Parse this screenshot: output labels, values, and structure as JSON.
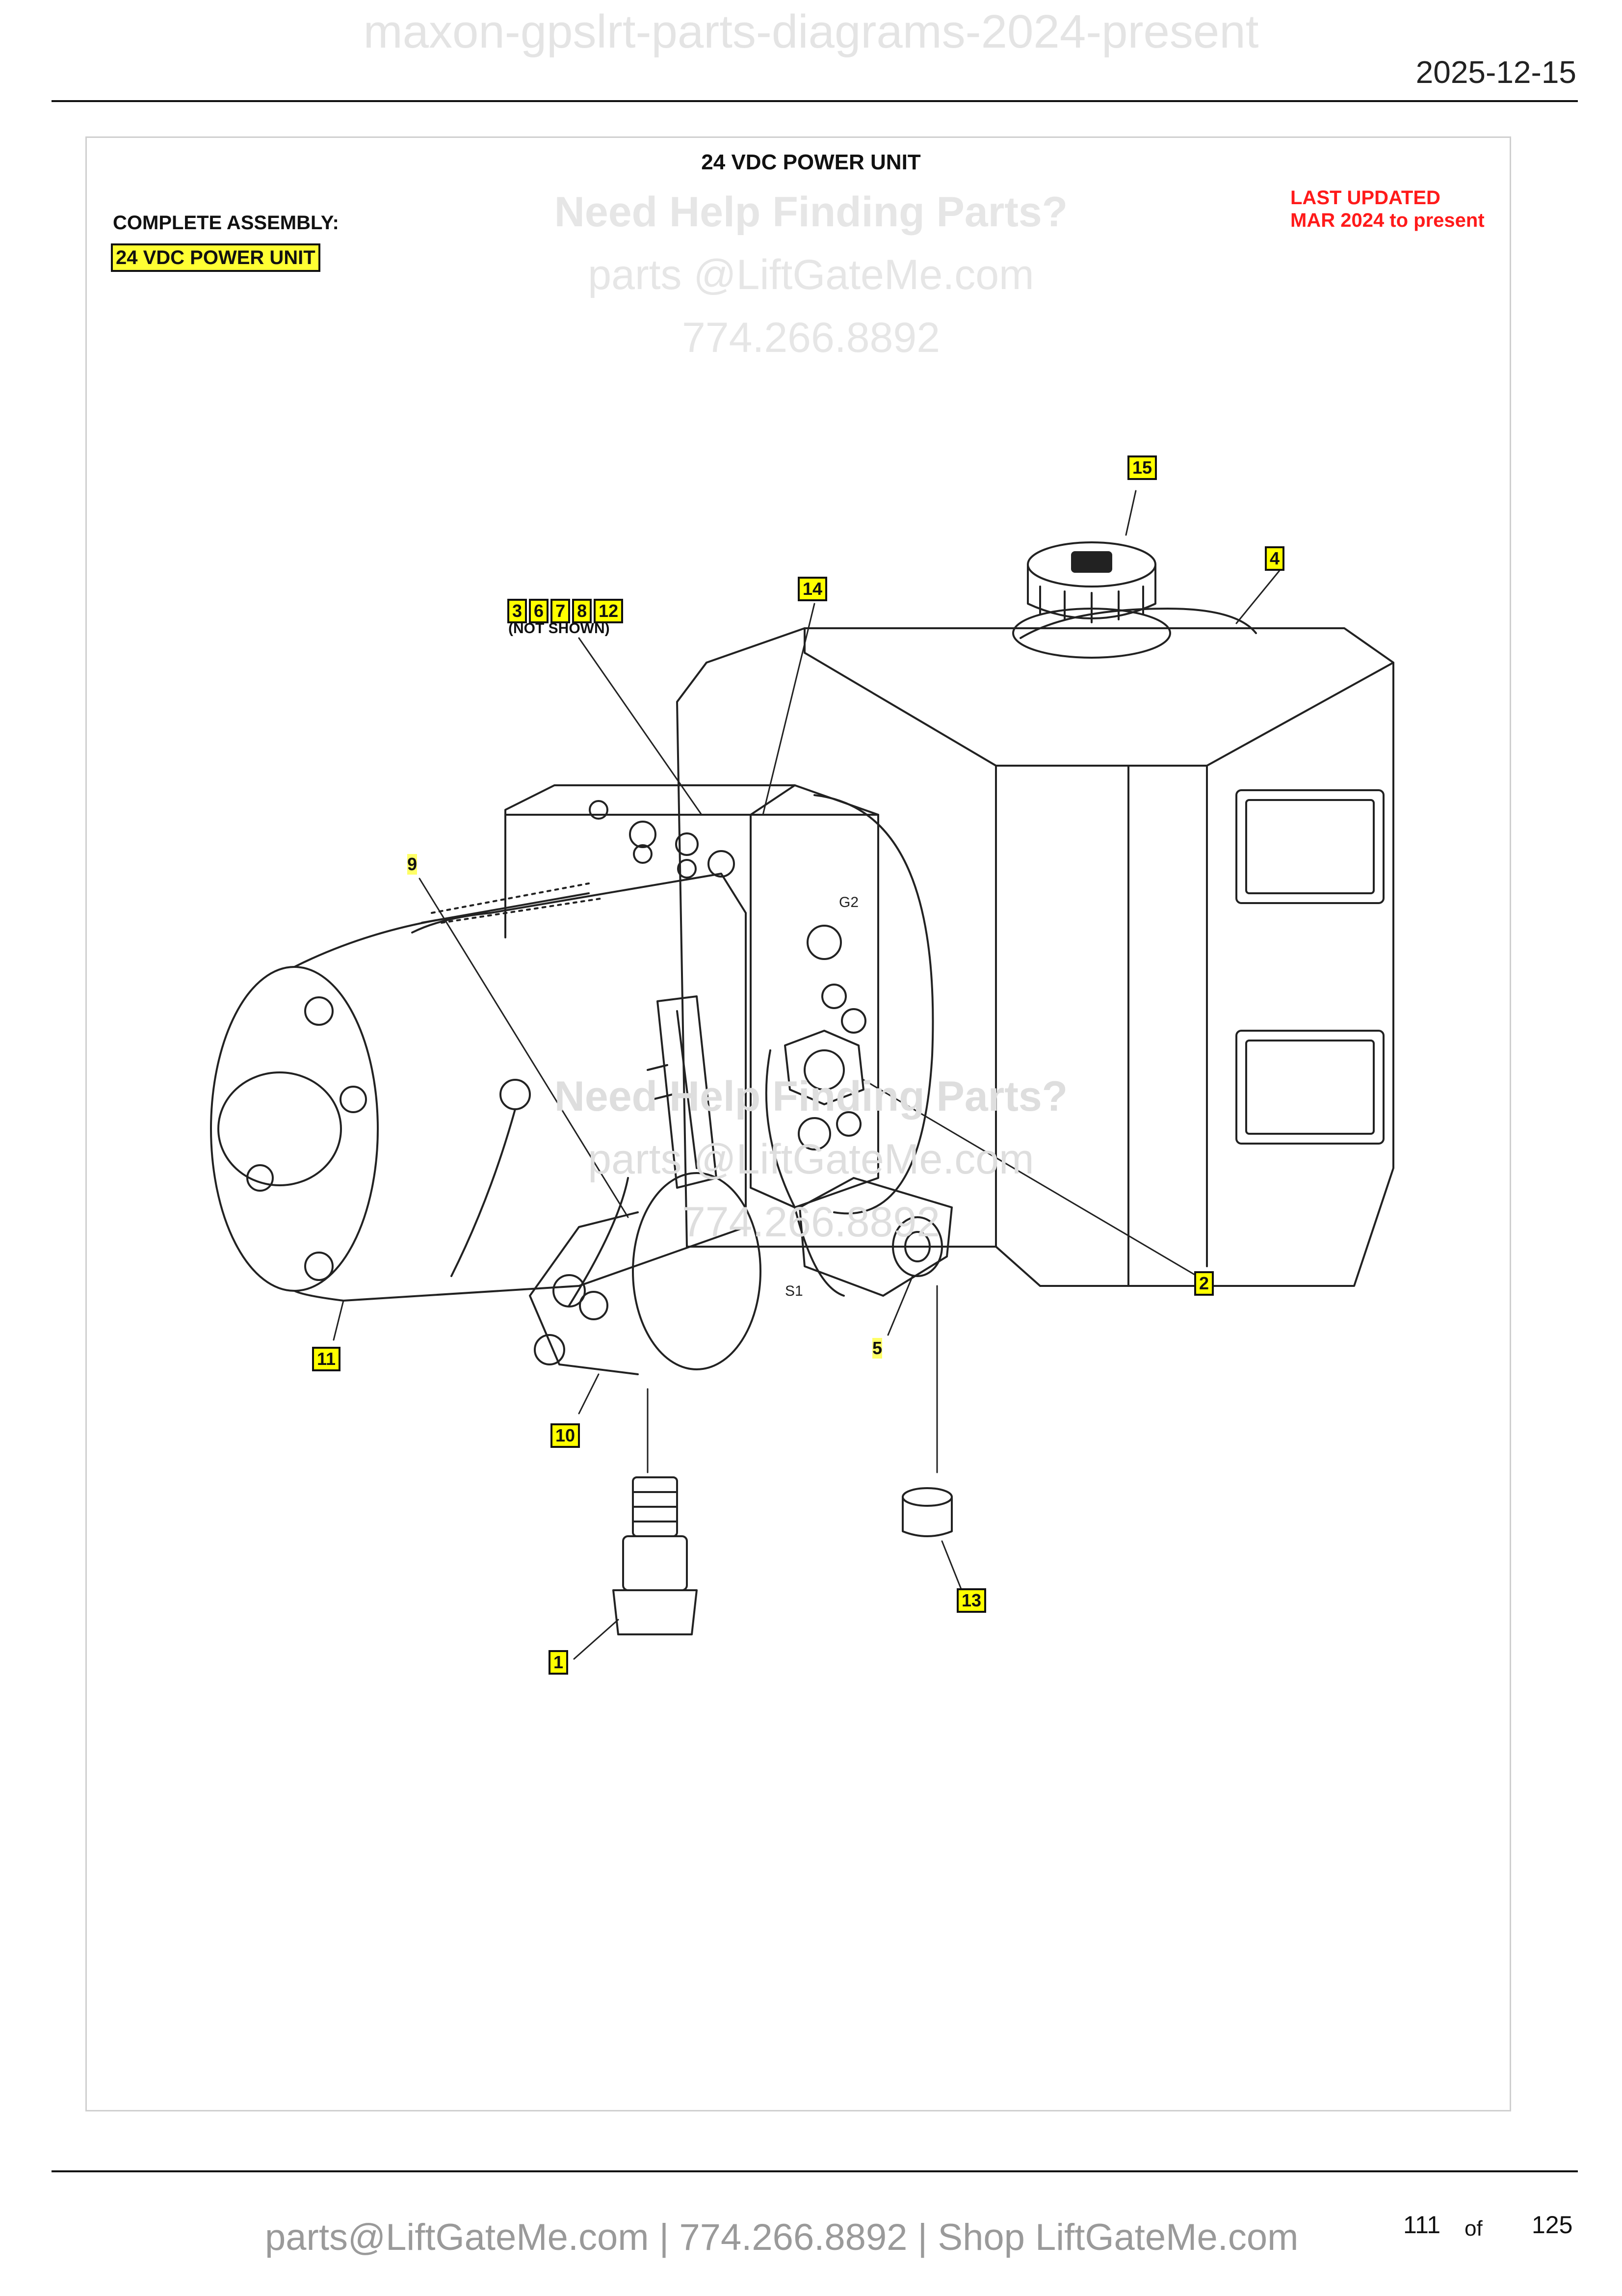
{
  "header": {
    "file_title": "maxon-gpslrt-parts-diagrams-2024-present",
    "date": "2025-12-15"
  },
  "diagram": {
    "title": "24 VDC POWER UNIT",
    "complete_assembly_label": "COMPLETE ASSEMBLY:",
    "complete_assembly_value": "24 VDC POWER UNIT",
    "last_updated_line1": "LAST UPDATED",
    "last_updated_line2": "MAR 2024 to present",
    "not_shown_note": "(NOT SHOWN)",
    "callouts": {
      "c1": "1",
      "c2": "2",
      "c3": "3",
      "c4": "4",
      "c5": "5",
      "c6": "6",
      "c7": "7",
      "c8": "8",
      "c9": "9",
      "c10": "10",
      "c11": "11",
      "c12": "12",
      "c13": "13",
      "c14": "14",
      "c15": "15"
    },
    "part_stamps": {
      "block_top": "G2",
      "block_side": "S1"
    }
  },
  "watermark": {
    "line1": "Need Help Finding Parts?",
    "line2": "parts @LiftGateMe.com",
    "line3": "774.266.8892"
  },
  "footer": {
    "contact": "parts@LiftGateMe.com | 774.266.8892 | Shop LiftGateMe.com",
    "page_number": "111",
    "page_of": "of",
    "page_total": "125"
  },
  "colors": {
    "callout_fill": "#ffff00",
    "last_updated": "#ff1a1a",
    "watermark": "#e6e6e6",
    "footer_text": "#9a9a9a"
  }
}
